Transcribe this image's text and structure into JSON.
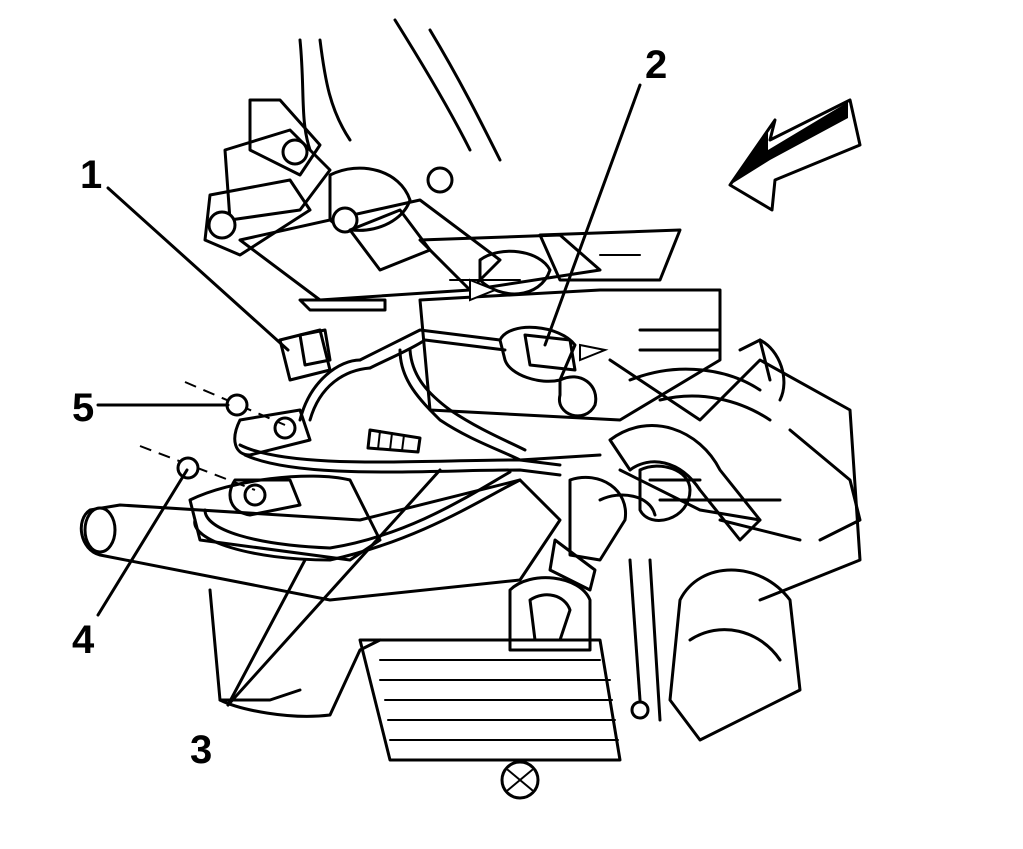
{
  "callouts": [
    {
      "id": "1",
      "label": "1"
    },
    {
      "id": "2",
      "label": "2"
    },
    {
      "id": "3",
      "label": "3"
    },
    {
      "id": "4",
      "label": "4"
    },
    {
      "id": "5",
      "label": "5"
    }
  ],
  "icons": {
    "direction": "direction-arrow-icon"
  }
}
